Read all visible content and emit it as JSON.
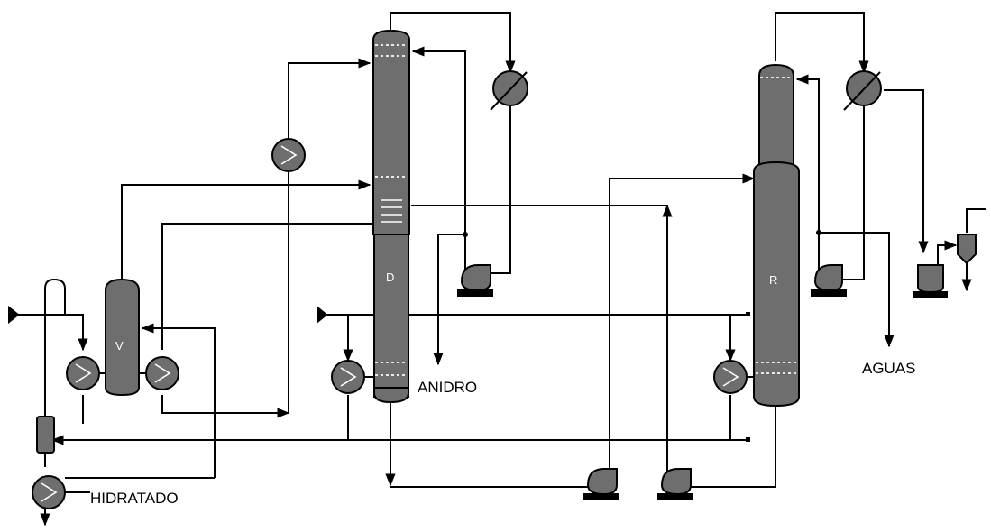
{
  "labels": {
    "v_vessel": "V",
    "d_column": "D",
    "r_column": "R",
    "anidro": "ANIDRO",
    "aguas": "AGUAS",
    "hidratado": "HIDRATADO"
  }
}
